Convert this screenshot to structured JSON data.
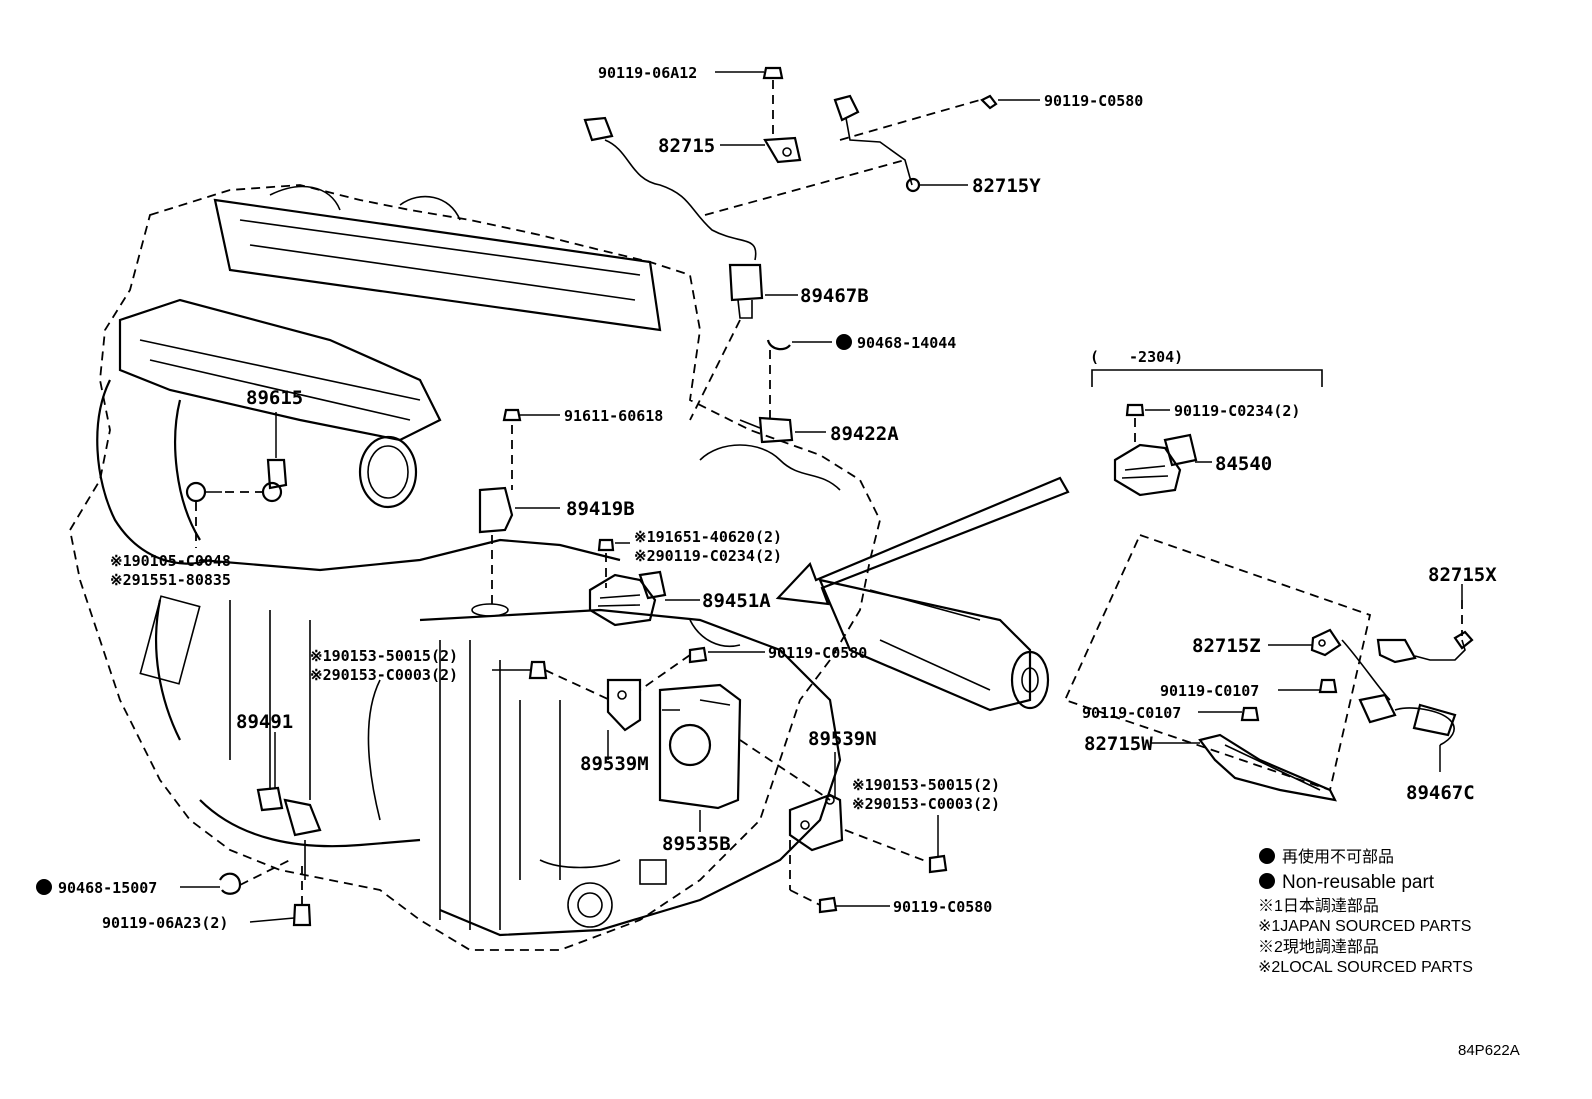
{
  "callouts": [
    {
      "id": "p-90119-06A12",
      "text": "90119-06A12"
    },
    {
      "id": "p-90119-C0580-top",
      "text": "90119-C0580"
    },
    {
      "id": "p-82715",
      "text": "82715"
    },
    {
      "id": "p-82715Y",
      "text": "82715Y"
    },
    {
      "id": "p-89467B",
      "text": "89467B"
    },
    {
      "id": "p-90468-14044",
      "text": "90468-14044"
    },
    {
      "id": "p-range",
      "text": "(　　-2304)"
    },
    {
      "id": "p-90119-C0234-2",
      "text": "90119-C0234(2)"
    },
    {
      "id": "p-84540",
      "text": "84540"
    },
    {
      "id": "p-89615",
      "text": "89615"
    },
    {
      "id": "p-91611-60618",
      "text": "91611-60618"
    },
    {
      "id": "p-89422A",
      "text": "89422A"
    },
    {
      "id": "p-89419B",
      "text": "89419B"
    },
    {
      "id": "p-1-91651",
      "text": "※191651-40620(2)"
    },
    {
      "id": "p-2-90119-C0234",
      "text": "※290119-C0234(2)"
    },
    {
      "id": "p-1-90105",
      "text": "※190105-C0048"
    },
    {
      "id": "p-2-91551",
      "text": "※291551-80835"
    },
    {
      "id": "p-89451A",
      "text": "89451A"
    },
    {
      "id": "p-82715X",
      "text": "82715X"
    },
    {
      "id": "p-82715Z",
      "text": "82715Z"
    },
    {
      "id": "p-1-90153-a",
      "text": "※190153-50015(2)"
    },
    {
      "id": "p-2-90153-a",
      "text": "※290153-C0003(2)"
    },
    {
      "id": "p-90119-C0580-mid",
      "text": "90119-C0580"
    },
    {
      "id": "p-90119-C0107-a",
      "text": "90119-C0107"
    },
    {
      "id": "p-90119-C0107-b",
      "text": "90119-C0107"
    },
    {
      "id": "p-89491",
      "text": "89491"
    },
    {
      "id": "p-82715W",
      "text": "82715W"
    },
    {
      "id": "p-89539N",
      "text": "89539N"
    },
    {
      "id": "p-89539M",
      "text": "89539M"
    },
    {
      "id": "p-89467C",
      "text": "89467C"
    },
    {
      "id": "p-1-90153-b",
      "text": "※190153-50015(2)"
    },
    {
      "id": "p-2-90153-b",
      "text": "※290153-C0003(2)"
    },
    {
      "id": "p-89535B",
      "text": "89535B"
    },
    {
      "id": "p-90468-15007",
      "text": "90468-15007"
    },
    {
      "id": "p-90119-06A23",
      "text": "90119-06A23(2)"
    },
    {
      "id": "p-90119-C0580-bot",
      "text": "90119-C0580"
    }
  ],
  "legend": {
    "non_reusable_jp": "再使用不可部品",
    "non_reusable_en": "Non-reusable part",
    "japan_jp": "※1日本調達部品",
    "japan_en": "※1JAPAN SOURCED PARTS",
    "local_jp": "※2現地調達部品",
    "local_en": "※2LOCAL SOURCED PARTS"
  },
  "reference_code": "84P622A"
}
